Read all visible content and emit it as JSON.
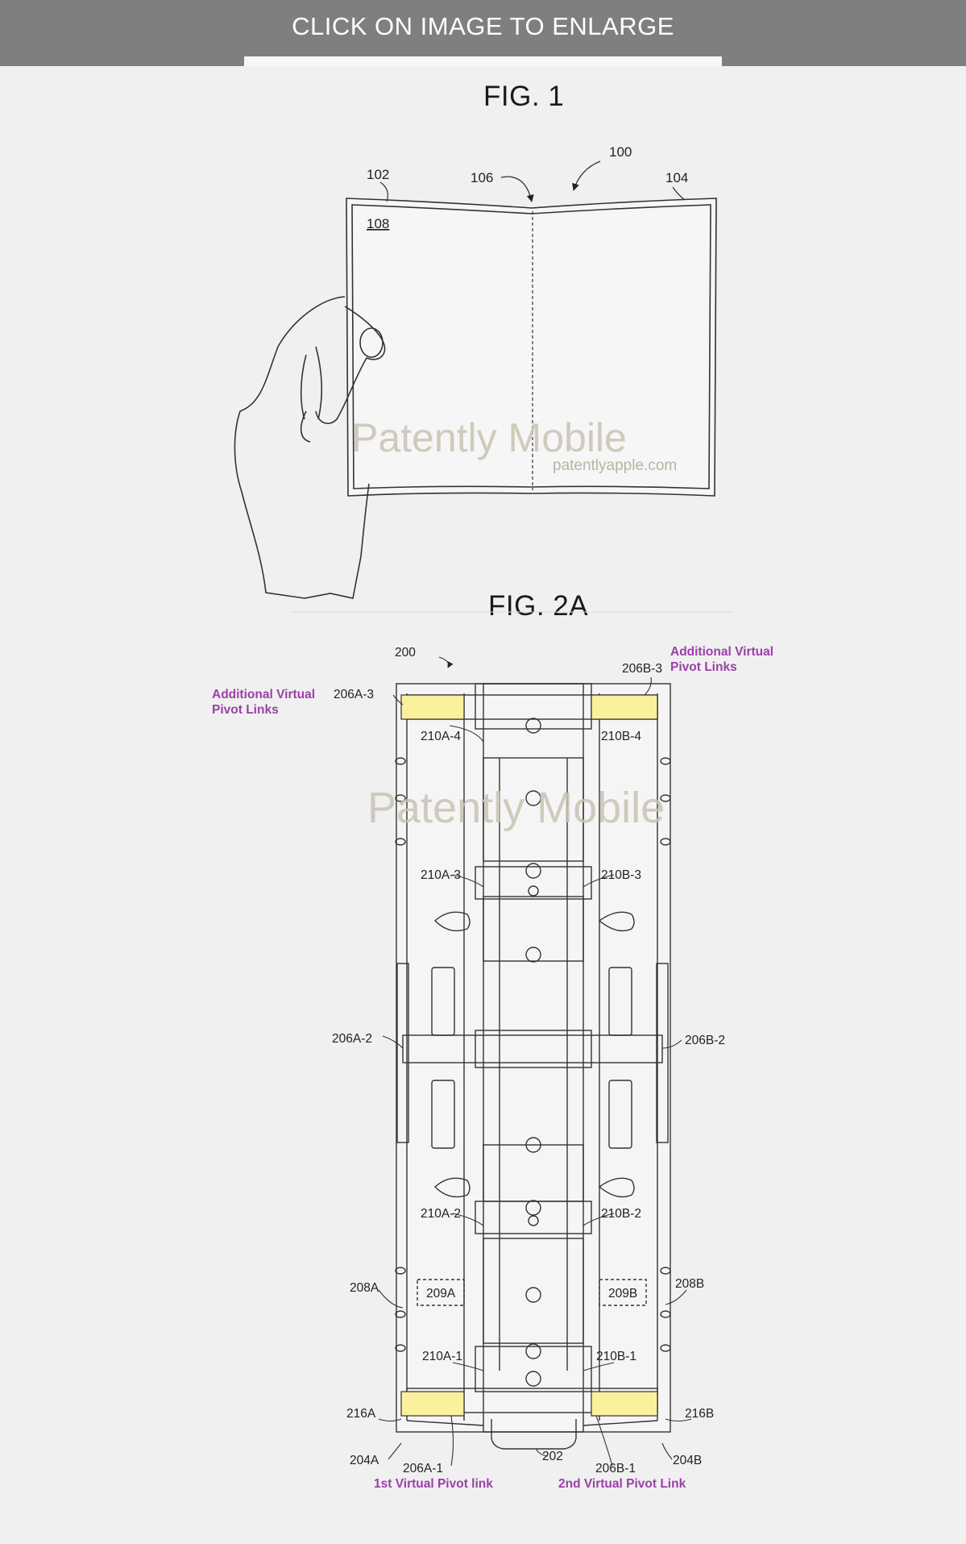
{
  "banner": {
    "label": "CLICK ON IMAGE TO ENLARGE"
  },
  "fig1": {
    "title": "FIG. 1",
    "refs": {
      "device": "100",
      "left_panel": "102",
      "right_panel": "104",
      "fold_line": "106",
      "display": "108"
    },
    "watermark": {
      "brand": "Patently Mobile",
      "url": "patentlyapple.com"
    }
  },
  "fig2a": {
    "title": "FIG. 2A",
    "refs": {
      "assembly": "200",
      "hinge": "202",
      "plate_a": "204A",
      "plate_b": "204B",
      "link_a3": "206A-3",
      "link_b3": "206B-3",
      "link_a2": "206A-2",
      "link_b2": "206B-2",
      "link_a1": "206A-1",
      "link_b1": "206B-1",
      "side_a": "208A",
      "side_b": "208B",
      "region_a": "209A",
      "region_b": "209B",
      "gear_a4": "210A-4",
      "gear_b4": "210B-4",
      "gear_a3": "210A-3",
      "gear_b3": "210B-3",
      "gear_a2": "210A-2",
      "gear_b2": "210B-2",
      "gear_a1": "210A-1",
      "gear_b1": "210B-1",
      "end_a": "216A",
      "end_b": "216B"
    },
    "annotations": {
      "left_top_line1": "Additional Virtual",
      "left_top_line2": "Pivot Links",
      "right_top_line1": "Additional Virtual",
      "right_top_line2": "Pivot Links",
      "bottom_left": "1st Virtual Pivot link",
      "bottom_right": "2nd Virtual Pivot Link"
    },
    "watermark": "Patently Mobile",
    "colors": {
      "highlight": "#fbf09c",
      "annotation": "#9b3fa8"
    }
  }
}
